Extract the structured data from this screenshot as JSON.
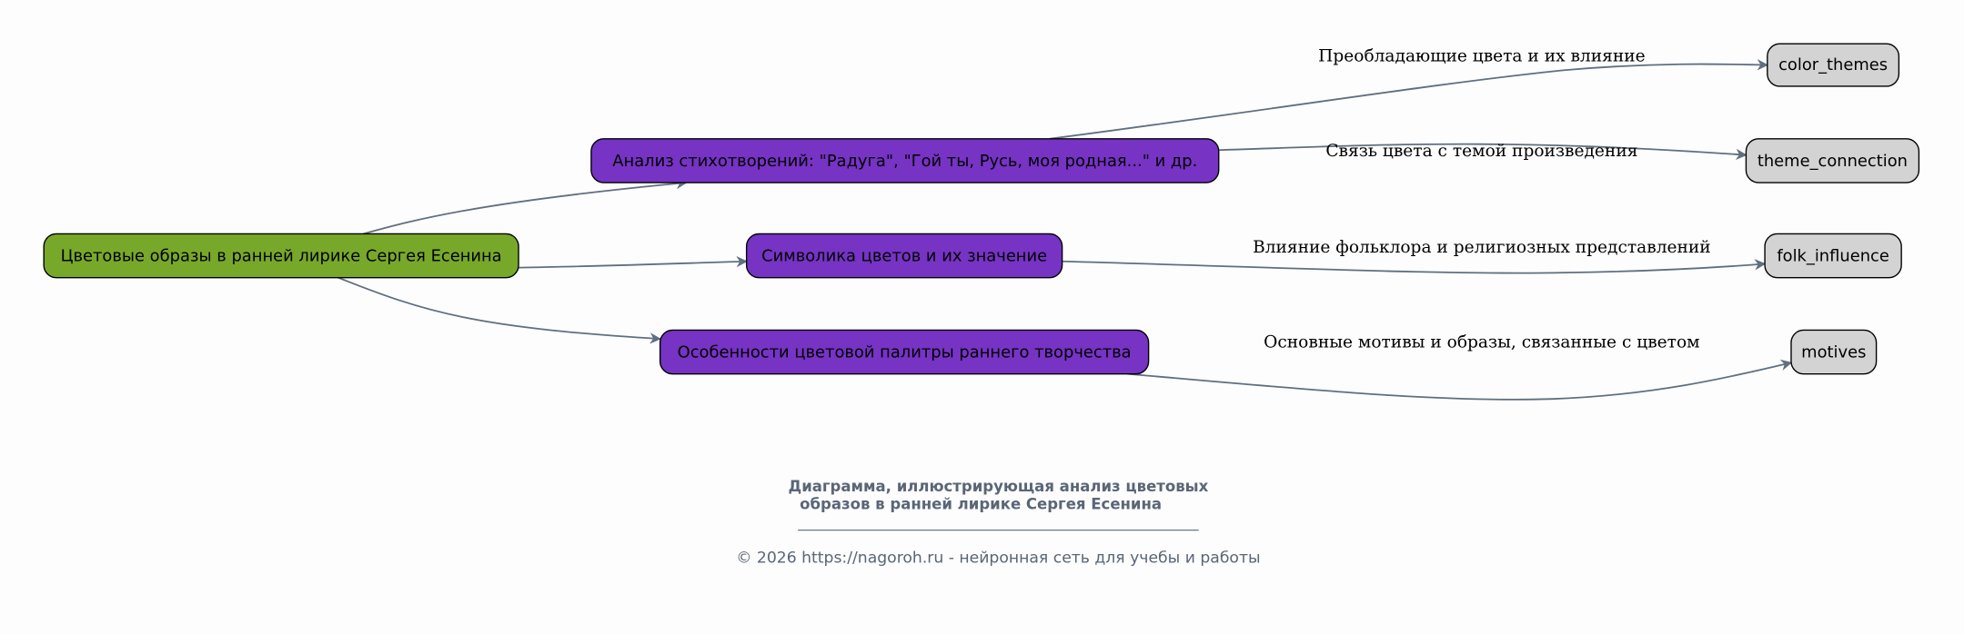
{
  "colors": {
    "root": "#78a82a",
    "topic": "#7633c4",
    "leaf": "#d3d3d3",
    "edge": "#5f6f7f",
    "caption": "#5a6676"
  },
  "nodes": {
    "root": "Цветовые образы в ранней лирике Сергея Есенина",
    "analysis": "Анализ стихотворений: \"Радуга\", \"Гой ты, Русь, моя родная...\" и др.",
    "symbolism": "Символика цветов и их значение",
    "palette": "Особенности цветовой палитры раннего творчества",
    "color_themes": "color_themes",
    "theme_connection": "theme_connection",
    "folk_influence": "folk_influence",
    "motives": "motives"
  },
  "edge_labels": {
    "color_themes": "Преобладающие цвета и их влияние",
    "theme_connection": "Связь цвета с темой произведения",
    "folk_influence": "Влияние фольклора и религиозных представлений",
    "motives": "Основные мотивы и образы, связанные с цветом"
  },
  "caption": {
    "line1": "Диаграмма, иллюстрирующая анализ цветовых",
    "line2": "образов в ранней лирике Сергея Есенина",
    "footer": "© 2026 https://nagoroh.ru - нейронная сеть для учебы и работы"
  }
}
